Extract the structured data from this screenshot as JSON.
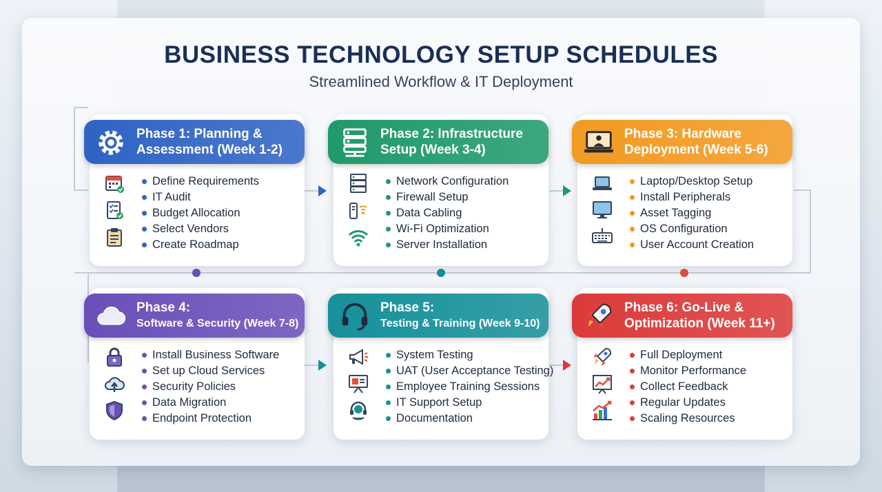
{
  "title": "BUSINESS TECHNOLOGY SETUP SCHEDULES",
  "subtitle": "Streamlined Workflow & IT Deployment",
  "phases": [
    {
      "title_line1": "Phase 1: Planning &",
      "title_line2": "Assessment (Week 1-2)",
      "color": "#2f63c4",
      "bullet_color": "#2f63c4",
      "header_icon": "gear-icon",
      "item_icons": [
        "calendar-icon",
        "checklist-icon",
        "clipboard-icon"
      ],
      "items": [
        "Define Requirements",
        "IT Audit",
        "Budget Allocation",
        "Select Vendors",
        "Create Roadmap"
      ]
    },
    {
      "title_line1": "Phase 2: Infrastructure",
      "title_line2": "Setup (Week 3-4)",
      "color": "#1f9a6a",
      "bullet_color": "#1f9a6a",
      "header_icon": "server-icon",
      "item_icons": [
        "server-rack-icon",
        "router-icon",
        "wifi-icon"
      ],
      "items": [
        "Network Configuration",
        "Firewall Setup",
        "Data Cabling",
        "Wi-Fi Optimization",
        "Server Installation"
      ]
    },
    {
      "title_line1": "Phase 3: Hardware",
      "title_line2": "Deployment (Week 5-6)",
      "color": "#f29a22",
      "bullet_color": "#f29a22",
      "header_icon": "laptop-user-icon",
      "item_icons": [
        "laptop-icon",
        "monitor-icon",
        "keyboard-icon"
      ],
      "items": [
        "Laptop/Desktop Setup",
        "Install Peripherals",
        "Asset Tagging",
        "OS Configuration",
        "User Account Creation"
      ]
    },
    {
      "title_line1": "Phase 4:",
      "title_line2": "Software & Security (Week 7-8)",
      "color": "#6a4fb8",
      "bullet_color": "#6a4fb8",
      "header_icon": "cloud-icon",
      "item_icons": [
        "lock-icon",
        "cloud-upload-icon",
        "shield-icon"
      ],
      "items": [
        "Install Business Software",
        "Set up Cloud Services",
        "Security Policies",
        "Data Migration",
        "Endpoint Protection"
      ]
    },
    {
      "title_line1": "Phase 5:",
      "title_line2": "Testing & Training (Week 9-10)",
      "color": "#16909a",
      "bullet_color": "#16909a",
      "header_icon": "headset-icon",
      "item_icons": [
        "megaphone-icon",
        "presentation-icon",
        "support-icon"
      ],
      "items": [
        "System Testing",
        "UAT (User Acceptance Testing)",
        "Employee Training Sessions",
        "IT Support Setup",
        "Documentation"
      ]
    },
    {
      "title_line1": "Phase 6: Go-Live &",
      "title_line2": "Optimization (Week 11+)",
      "color": "#dc3a3a",
      "bullet_color": "#dc3a3a",
      "header_icon": "rocket-icon",
      "item_icons": [
        "rocket-small-icon",
        "growth-chart-icon",
        "bar-chart-icon"
      ],
      "items": [
        "Full Deployment",
        "Monitor Performance",
        "Collect Feedback",
        "Regular Updates",
        "Scaling Resources"
      ]
    }
  ]
}
